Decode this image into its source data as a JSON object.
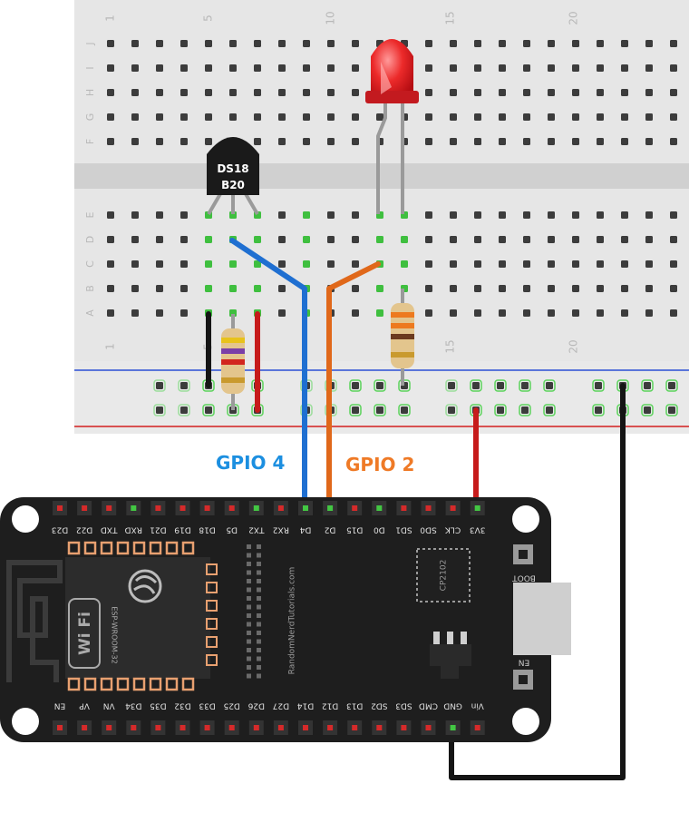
{
  "breadboard": {
    "row_letters_top": [
      "J",
      "I",
      "H",
      "G",
      "F"
    ],
    "row_letters_bottom": [
      "E",
      "D",
      "C",
      "B",
      "A"
    ],
    "col_numbers_top": [
      "1",
      "5",
      "10",
      "15",
      "20"
    ],
    "col_numbers_bottom": [
      "1",
      "5",
      "15",
      "20"
    ]
  },
  "sensor": {
    "line1": "DS18",
    "line2": "B20"
  },
  "labels": {
    "gpio4": "GPIO 4",
    "gpio2": "GPIO 2"
  },
  "board": {
    "top_pins": [
      "D23",
      "D22",
      "TXD",
      "RXD",
      "D21",
      "D19",
      "D18",
      "D5",
      "TX2",
      "RX2",
      "D4",
      "D2",
      "D15",
      "D0",
      "SD1",
      "SD0",
      "CLK",
      "3V3"
    ],
    "bottom_pins": [
      "EN",
      "VP",
      "VN",
      "D34",
      "D35",
      "D32",
      "D33",
      "D25",
      "D26",
      "D27",
      "D14",
      "D12",
      "D13",
      "SD2",
      "SD3",
      "CMD",
      "GND",
      "Vin"
    ],
    "module": "ESP-WROOM-32",
    "brand": "RandomNerdTutorials.com",
    "chip": "CP2102",
    "boot": "BOOT",
    "en": "EN",
    "wifi": "Wi Fi"
  },
  "colors": {
    "gpio4_wire": "#1f6fd1",
    "gpio2_wire": "#e0681a",
    "vcc_wire": "#c61b1b",
    "gnd_wire": "#1a1a1a",
    "led": "#e8222a",
    "board": "#1e1e1e",
    "gpio4_text": "#1c8fe0",
    "gpio2_text": "#ef7a26"
  }
}
